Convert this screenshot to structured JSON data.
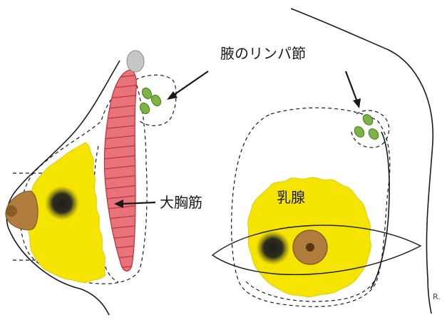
{
  "labels": {
    "axillary_lymph_nodes": "腋のリンパ節",
    "pectoralis_major": "大胸筋",
    "mammary_gland": "乳腺",
    "signature": "R."
  },
  "colors": {
    "gland": "#f5e300",
    "muscle": "#e8737b",
    "muscle_stroke": "#b8323a",
    "lymph": "#7cb342",
    "lymph_stroke": "#3f7d1c",
    "nipple": "#b07d3c",
    "nipple_center": "#5a3512",
    "tumor": "#2a2a1e",
    "bone": "#c6c6c6",
    "outline": "#1a1a1a"
  }
}
